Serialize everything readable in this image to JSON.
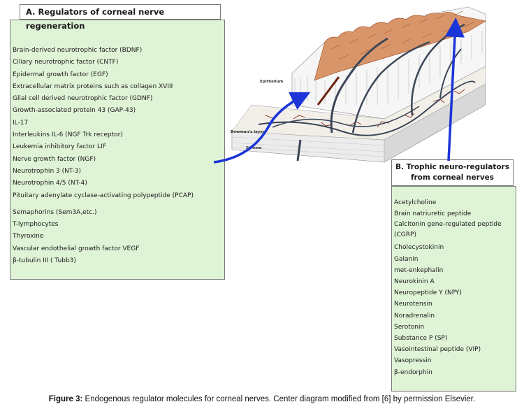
{
  "panel_a": {
    "title": "A. Regulators of corneal nerve regeneration",
    "items": [
      "Brain-derived neurotrophic factor (BDNF)",
      "Ciliary neurotrophic factor (CNTF)",
      "Epidermal growth factor (EGF)",
      "Extracellular matrix proteins such as collagen XVIII",
      "Glial cell derived neurotrophic factor (GDNF)",
      "Growth-associated protein 43 (GAP-43)",
      "IL-17",
      "Interleukins IL-6 (NGF Trk receptor)",
      "Leukemia inhibitory factor LIF",
      "Nerve growth factor (NGF)",
      "Neurotrophin 3 (NT-3)",
      "Neurotrophin 4/5 (NT-4)",
      "Pituitary adenylate cyclase-activating polypeptide (PCAP)",
      "Semaphorins (Sem3A,etc.)",
      "T-lymphocytes",
      "Thyroxine",
      "Vascular endothelial growth factor VEGF",
      "β-tubulin III ( Tubb3)"
    ]
  },
  "panel_b": {
    "title_line1": "B. Trophic neuro-regulators",
    "title_line2": "from corneal nerves",
    "items": [
      "Acetylcholine",
      "Brain natriuretic peptide",
      "Calcitonin gene-regulated peptide (CGRP)",
      "Cholecystokinin",
      "Galanin",
      "met-enkephalin",
      "Neurokinin A",
      "Neuropeptide Y (NPY)",
      "Neurotensin",
      "Noradrenalin",
      "Serotonin",
      "Substance P (SP)",
      "Vasointestinal peptide (VIP)",
      "Vasopressin",
      "β-endorphin"
    ]
  },
  "diagram": {
    "label_epithelium": "Epithelium",
    "label_bowmans": "Bowman's layer",
    "label_stroma": "Stroma"
  },
  "caption": {
    "label": "Figure 3:",
    "text": " Endogenous regulator molecules for corneal nerves. Center diagram modified from [6] by permission Elsevier."
  },
  "colors": {
    "panel_fill": "#dff3d6",
    "arrow": "#1b35d8",
    "epithelium_top": "#d9956a",
    "nerve": "#3b4657",
    "vessel": "#8a2a14"
  }
}
